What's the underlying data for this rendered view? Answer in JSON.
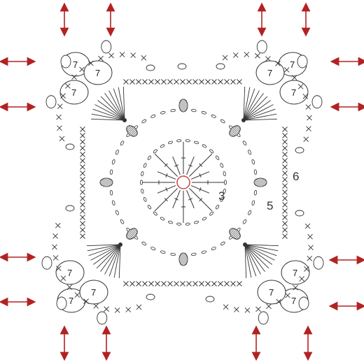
{
  "diagram": {
    "round_labels": {
      "r3": "3",
      "r5": "5",
      "r6": "6",
      "r7": "7"
    },
    "colors": {
      "ink": "#333333",
      "arrow": "#b22222",
      "background": "#ffffff"
    },
    "arrow_style": "double-headed, red, joining direction for adjacent motifs",
    "corner_count": 4
  }
}
